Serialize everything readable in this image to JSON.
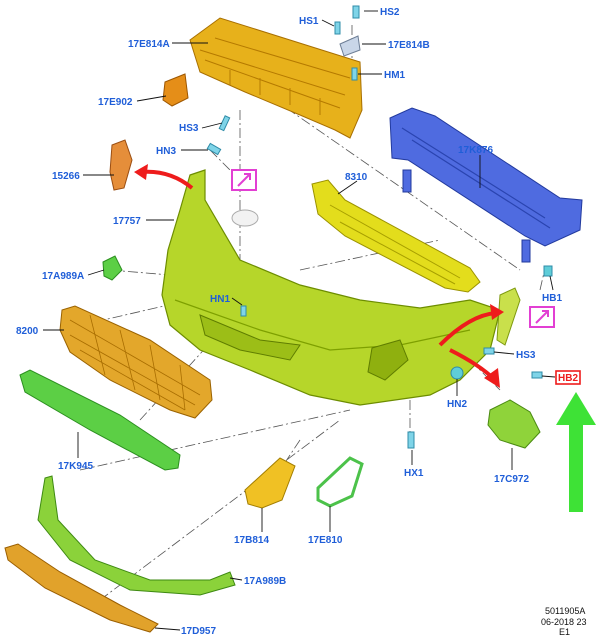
{
  "colors": {
    "label_blue": "#1f5ed8",
    "bumper_green": "#b6d62a",
    "yellow_part": "#e3dd1c",
    "orange_part": "#e49a18",
    "blue_part": "#4f6be0",
    "green_part": "#5ccf45",
    "arrow_red": "#ee1c1c",
    "arrow_green": "#3ee236",
    "callout_magenta": "#e23fd3"
  },
  "labels": {
    "hs1": "HS1",
    "hs2": "HS2",
    "e17_814b": "17E814B",
    "hm1": "HM1",
    "e17_814a": "17E814A",
    "e17_902": "17E902",
    "hs3_top": "HS3",
    "hn3": "HN3",
    "n15266": "15266",
    "n17757": "17757",
    "k17_876": "17K876",
    "n8310": "8310",
    "a17_989a": "17A989A",
    "hn1": "HN1",
    "hb1": "HB1",
    "n8200": "8200",
    "hs3_right": "HS3",
    "hb2": "HB2",
    "hn2": "HN2",
    "hx1": "HX1",
    "k17_945": "17K945",
    "c17_972": "17C972",
    "b17_814": "17B814",
    "e17_810": "17E810",
    "a17_989b": "17A989B",
    "d17_957": "17D957"
  },
  "footer": {
    "line1": "5011905A",
    "line2": "06-2018 23",
    "line3": "E1"
  },
  "icons": [
    "pink-arrow-callout",
    "red-arrow",
    "green-arrow",
    "clip-icon",
    "screw-icon"
  ]
}
